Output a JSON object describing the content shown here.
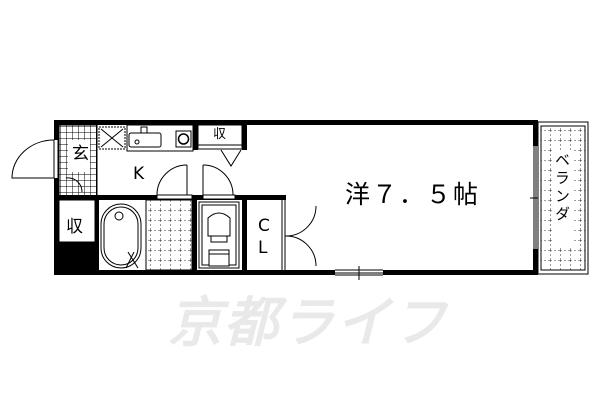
{
  "floor_plan": {
    "rooms": {
      "western_room": {
        "label": "洋７．５帖",
        "type": "Western-style room",
        "size_jo": 7.5
      },
      "kitchen": {
        "label": "K"
      },
      "entrance": {
        "label": "玄"
      },
      "storage_top": {
        "label": "収"
      },
      "storage_left": {
        "label": "収"
      },
      "closet": {
        "label_line1": "C",
        "label_line2": "L"
      },
      "veranda": {
        "label": "ベランダ"
      }
    },
    "fixtures": [
      "sink",
      "stove",
      "washing-machine-space",
      "bathtub",
      "toilet"
    ],
    "watermark": "京都ライフ"
  },
  "colors": {
    "wall": "#000000",
    "background": "#ffffff",
    "watermark": "#e9e9e9"
  }
}
